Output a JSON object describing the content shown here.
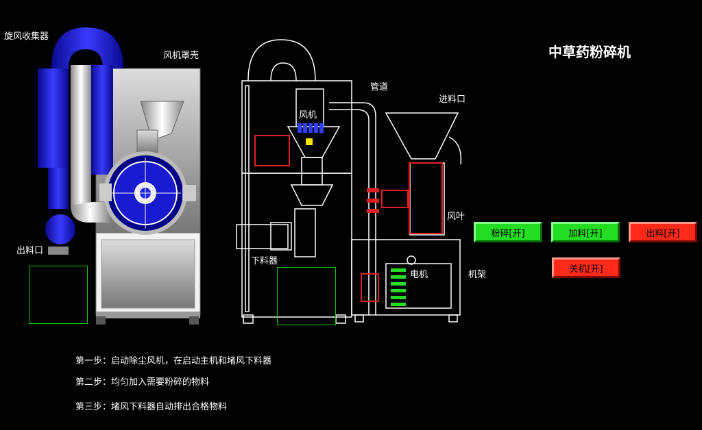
{
  "title": "中草药粉碎机",
  "labels": {
    "cyclone_collector": "旋风收集器",
    "fan_cover": "风机罩壳",
    "outlet": "出料口",
    "pipe": "管道",
    "fan": "风机",
    "inlet": "进料口",
    "blade": "风叶",
    "lower_feeder": "下料器",
    "motor": "电机",
    "frame": "机架"
  },
  "buttons": {
    "crush": "粉碎[开]",
    "feed": "加料[开]",
    "discharge": "出料[开]",
    "shutdown": "关机[开]"
  },
  "steps": [
    "第一步：启动除尘风机，在启动主机和堵风下料器",
    "第二步：均匀加入需要粉碎的物料",
    "第三步：堵风下料器自动排出合格物料"
  ],
  "colors": {
    "accent_green": "#22dd22",
    "accent_red": "#ff2a1a",
    "machine_blue": "#1a1ad0"
  }
}
